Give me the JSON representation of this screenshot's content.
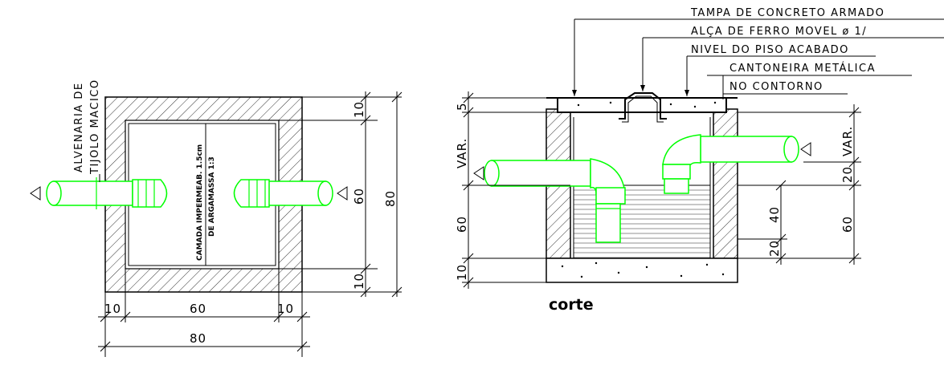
{
  "plan": {
    "wall_label_1": "ALVENARIA DE",
    "wall_label_2": "TIJOLO MACICO",
    "layer_label_1": "CAMADA IMPERMEAB. 1.5cm",
    "layer_label_2": "DE ARGAMASSA 1:3",
    "dims": {
      "right_top": "10",
      "right_mid": "60",
      "right_bottom": "10",
      "right_total": "80",
      "bottom_left": "10",
      "bottom_mid": "60",
      "bottom_right": "10",
      "bottom_total": "80"
    }
  },
  "section": {
    "title": "corte",
    "labels": {
      "lid": "TAMPA DE CONCRETO ARMADO",
      "handle": "ALÇA DE FERRO MOVEL ø 1/",
      "floor": "NIVEL DO PISO ACABADO",
      "angle_1": "CANTONEIRA METÁLICA",
      "angle_2": "NO CONTORNO"
    },
    "dims": {
      "left_5": "5",
      "left_var": "VAR.",
      "left_60": "60",
      "left_10": "10",
      "right_var": "VAR.",
      "right_20a": "20",
      "right_60": "60",
      "inner_40": "40",
      "inner_20": "20"
    }
  },
  "colors": {
    "lines": "#000000",
    "pipes": "#00ff00",
    "background": "#ffffff"
  }
}
